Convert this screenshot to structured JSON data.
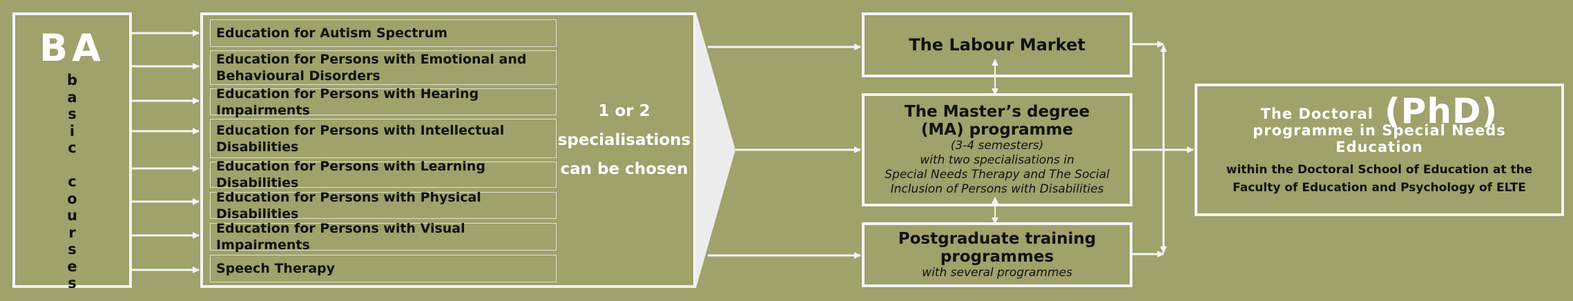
{
  "ba": {
    "title": "BA",
    "subtitle_letters": [
      "b",
      "a",
      "s",
      "i",
      "c",
      "",
      "c",
      "o",
      "u",
      "r",
      "s",
      "e",
      "s"
    ]
  },
  "specialisations": [
    "Education for Autism Spectrum",
    "Education for Persons with Emotional and Behavioural Disorders",
    "Education for Persons with Hearing Impairments",
    "Education for Persons with Intellectual Disabilities",
    "Education for Persons with Learning Disabilities",
    "Education for Persons with Physical Disabilities",
    "Education for Persons with Visual Impairments",
    "Speech Therapy"
  ],
  "spec_note": {
    "line1": "1 or 2",
    "line2": "specialisations",
    "line3": "can be chosen"
  },
  "labour": {
    "title": "The Labour Market"
  },
  "master": {
    "title_line1": "The Master’s degree",
    "title_line2": "(MA) programme",
    "detail1": "(3-4 semesters)",
    "detail2": "with two specialisations in",
    "detail3": "Special Needs Therapy and The Social",
    "detail4": "Inclusion of Persons with Disabilities"
  },
  "postgrad": {
    "title_line1": "Postgraduate training",
    "title_line2": "programmes",
    "detail": "with several programmes"
  },
  "phd": {
    "line1a": "The Doctoral",
    "line1b": "(PhD)",
    "line2": "programme in Special Needs",
    "line3": "Education",
    "line4": "within the Doctoral School of Education at the",
    "line5": "Faculty of Education and Psychology of ELTE"
  },
  "colors": {
    "background": "#a0a16b",
    "border": "#f4f4f4",
    "funnel": "#ececec"
  }
}
